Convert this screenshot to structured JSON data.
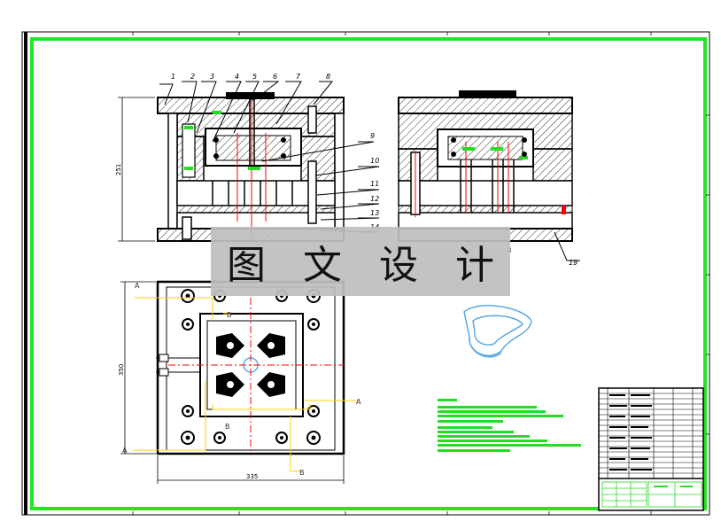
{
  "drawing": {
    "part_numbers": [
      "1",
      "2",
      "3",
      "4",
      "5",
      "6",
      "7",
      "8",
      "9",
      "10",
      "11",
      "12",
      "13",
      "14",
      "19"
    ],
    "dimensions": {
      "front_height": "251",
      "plan_height": "350",
      "plan_width": "335"
    },
    "section_marks": [
      "A",
      "A",
      "A",
      "B",
      "B",
      "B",
      "B"
    ]
  },
  "watermark": {
    "text": "图 文 设 计"
  },
  "colors": {
    "border_green": "#23e623",
    "outline": "#000000",
    "center_line": "#ff0000",
    "section_line": "#ffd200",
    "text_green": "#22dd22",
    "part_blue": "#5aa9e6"
  }
}
